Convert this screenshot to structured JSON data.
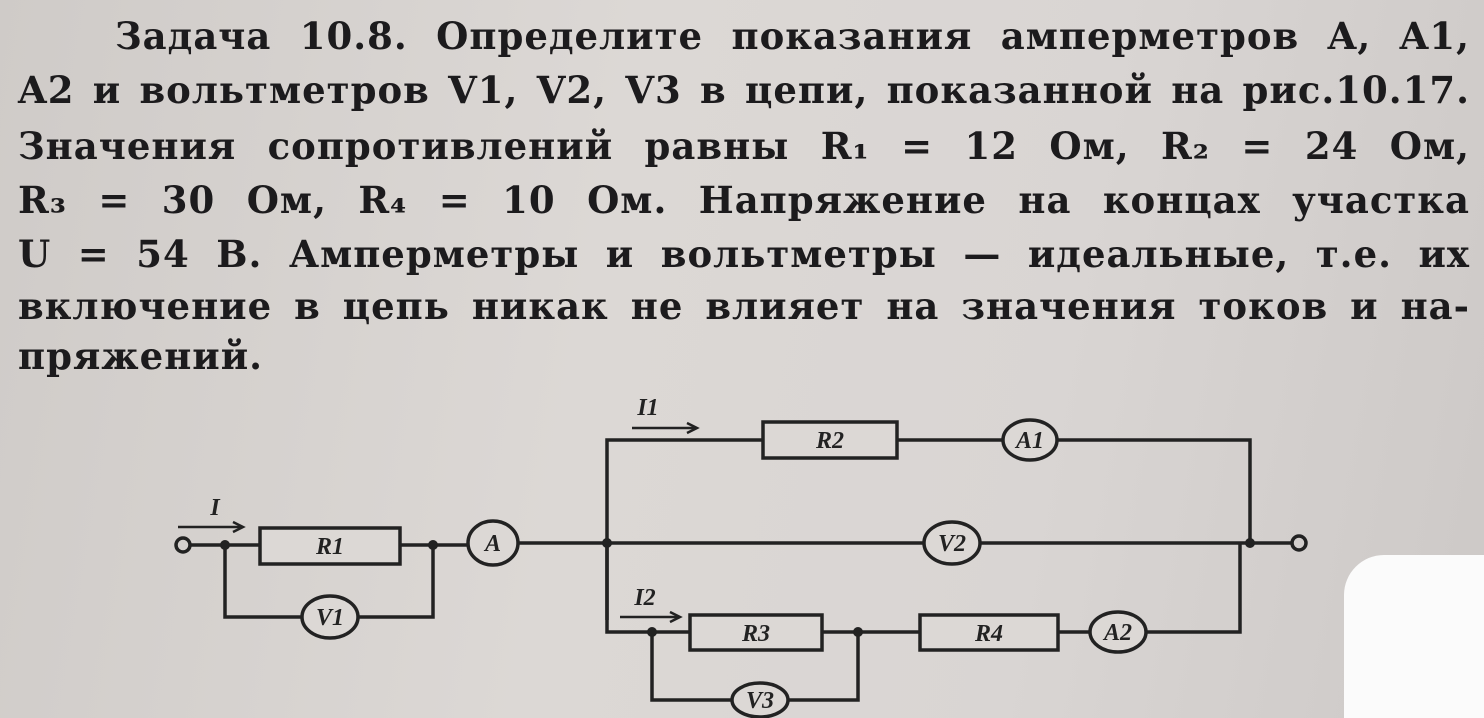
{
  "problem": {
    "lines": [
      "Задача 10.8. Определите показания амперметров A, A1,",
      "A2 и вольтметров V1, V2, V3 в цепи, показанной на рис.10.17.",
      "Значения сопротивлений равны R₁ = 12 Ом, R₂ = 24 Ом,",
      "R₃ = 30 Ом, R₄ = 10 Ом. Напряжение на концах участка",
      "U = 54 В. Амперметры и вольтметры — идеальные, т.е. их",
      "включение в цепь никак не влияет на значения токов и на-",
      "пряжений."
    ]
  },
  "circuit": {
    "labels": {
      "I": "I",
      "I1": "I1",
      "I2": "I2",
      "R1": "R1",
      "R2": "R2",
      "R3": "R3",
      "R4": "R4",
      "A": "A",
      "A1": "A1",
      "A2": "A2",
      "V1": "V1",
      "V2": "V2",
      "V3": "V3"
    }
  }
}
